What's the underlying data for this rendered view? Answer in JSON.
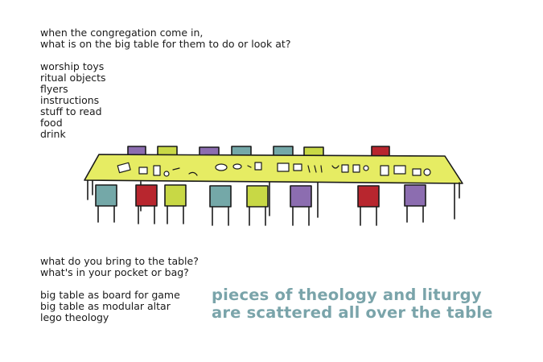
{
  "intro": {
    "lines": [
      "when the congregation come in,",
      "what is on the big table for them to do or look at?"
    ]
  },
  "items": [
    "worship toys",
    "ritual objects",
    "flyers",
    "instructions",
    "stuff to read",
    "food",
    "drink"
  ],
  "bring": {
    "lines": [
      "what do you bring to the table?",
      "what's in your pocket or bag?"
    ]
  },
  "ideas": [
    "big table as board for game",
    "big table as modular altar",
    "lego theology"
  ],
  "headline": {
    "lines": [
      "pieces of theology and liturgy",
      "are scattered all over the table"
    ]
  },
  "colors": {
    "table": "#e6ec63",
    "purple": "#8c6db0",
    "lime": "#c8d845",
    "teal": "#74a8a8",
    "red": "#b8262e",
    "headline": "#7aa4aa",
    "ink": "#1a1a1a"
  },
  "illustration": {
    "icon": "table-with-chairs-drawing"
  }
}
